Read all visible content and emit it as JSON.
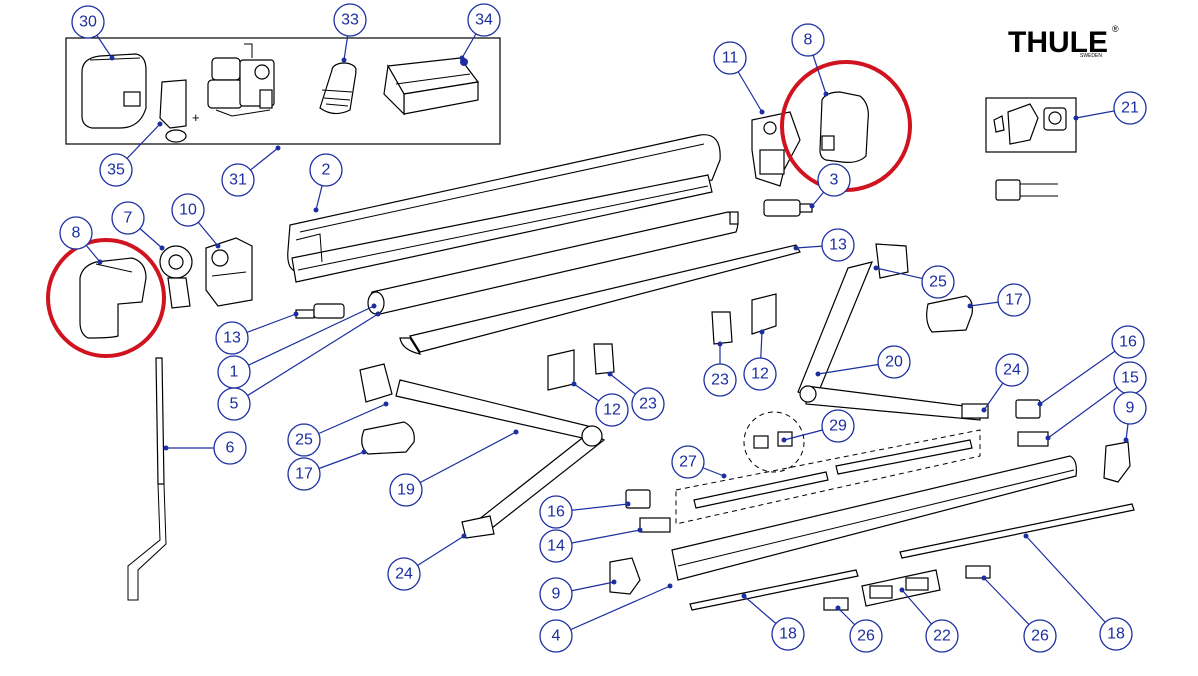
{
  "brand": {
    "name": "THULE",
    "sub": "SWEDEN",
    "mark": "®"
  },
  "callouts": [
    "30",
    "33",
    "34",
    "31",
    "35",
    "8",
    "11",
    "8",
    "21",
    "2",
    "10",
    "7",
    "13",
    "3",
    "13",
    "25",
    "17",
    "1",
    "5",
    "20",
    "23",
    "12",
    "12",
    "23",
    "25",
    "24",
    "16",
    "15",
    "9",
    "17",
    "19",
    "6",
    "29",
    "27",
    "16",
    "14",
    "24",
    "9",
    "4",
    "18",
    "26",
    "22",
    "26",
    "18"
  ],
  "highlight_color": "#d1121f",
  "callout_color": "#1c2ea0",
  "plus_mark": "+"
}
